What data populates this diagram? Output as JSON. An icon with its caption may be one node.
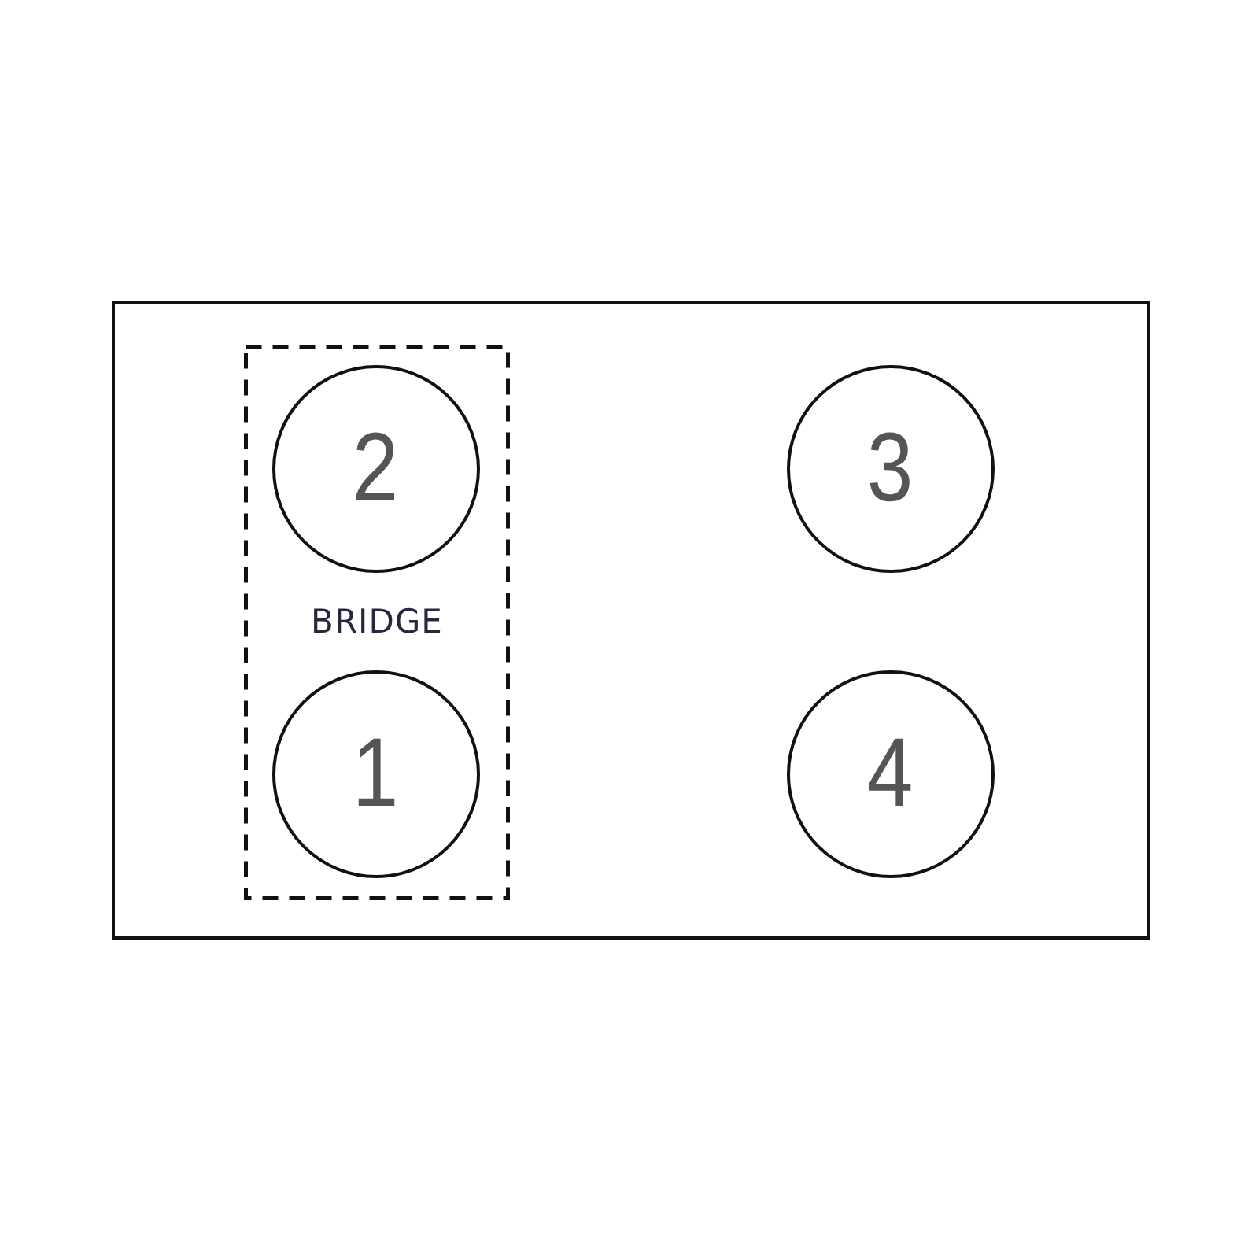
{
  "diagram": {
    "nodes": [
      {
        "text": [],
        "shape": "box"
      },
      {
        "text": [
          "BRIDGE"
        ],
        "in": 0
      },
      {
        "text": [
          "2"
        ],
        "in": 1
      },
      {
        "text": [
          "1"
        ],
        "in": 1
      },
      {
        "text": [
          "3"
        ],
        "in": 0
      },
      {
        "text": [
          "4"
        ],
        "in": 0
      }
    ]
  }
}
